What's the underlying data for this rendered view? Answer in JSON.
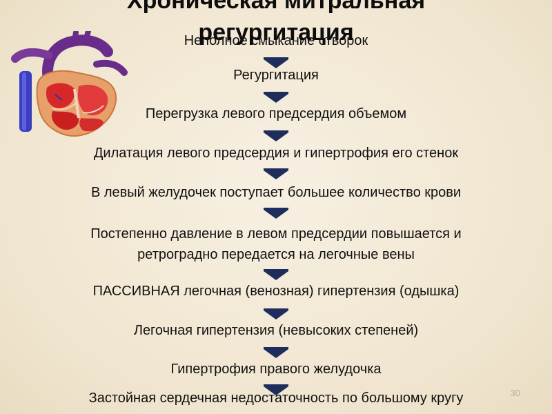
{
  "title": {
    "line1": "Хроническая митральная",
    "line2": "регургитация"
  },
  "steps": [
    "Неполное смыкание створок",
    "Регургитация",
    "Перегрузка левого предсердия объемом",
    "Дилатация левого предсердия и гипертрофия его стенок",
    "В левый желудочек поступает большее количество крови",
    "Постепенно давление в левом предсердии повышается и",
    "ретроградно передается на легочные вены",
    "ПАССИВНАЯ легочная (венозная) гипертензия (одышка)",
    "Легочная гипертензия (невысоких степеней)",
    "Гипертрофия правого желудочка",
    "Застойная сердечная недостаточность по большому кругу"
  ],
  "slide_number": "30",
  "colors": {
    "background": "#f2e9d6",
    "arrow": "#1f2d5c"
  },
  "image": "heart-anatomy-illustration"
}
